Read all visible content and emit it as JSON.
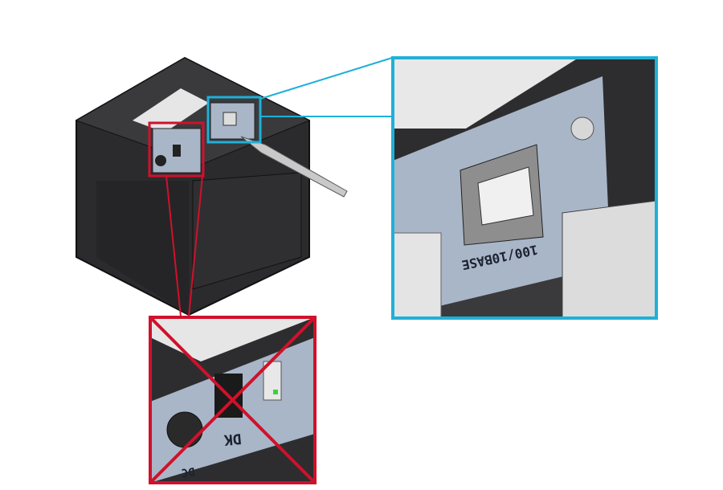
{
  "diagram": {
    "callout_ok": {
      "port_label": "100/10BASE",
      "frame_color": "#1fb0d8"
    },
    "callout_ng": {
      "port_labels": [
        "DK",
        "DC"
      ],
      "frame_color": "#d0112b"
    },
    "colors": {
      "body": "#2b2b2d",
      "panel": "#a9b6c8",
      "top": "#e6e6e6"
    }
  }
}
